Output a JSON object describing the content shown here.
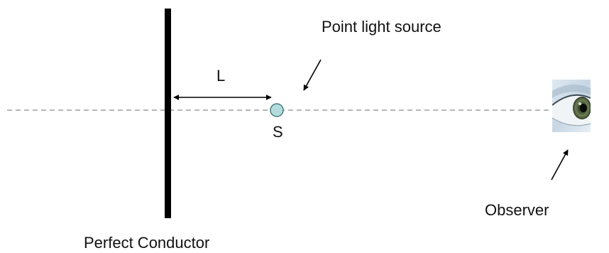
{
  "labels": {
    "point_light_source": "Point light source",
    "distance": "L",
    "source": "S",
    "observer": "Observer",
    "conductor": "Perfect Conductor"
  },
  "colors": {
    "conductor": "#000000",
    "axis": "#8c8c8c",
    "source_fill": "#b3dcdc",
    "source_stroke": "#4a7a82",
    "text": "#111111"
  },
  "icons": {
    "observer": "eye-icon"
  }
}
